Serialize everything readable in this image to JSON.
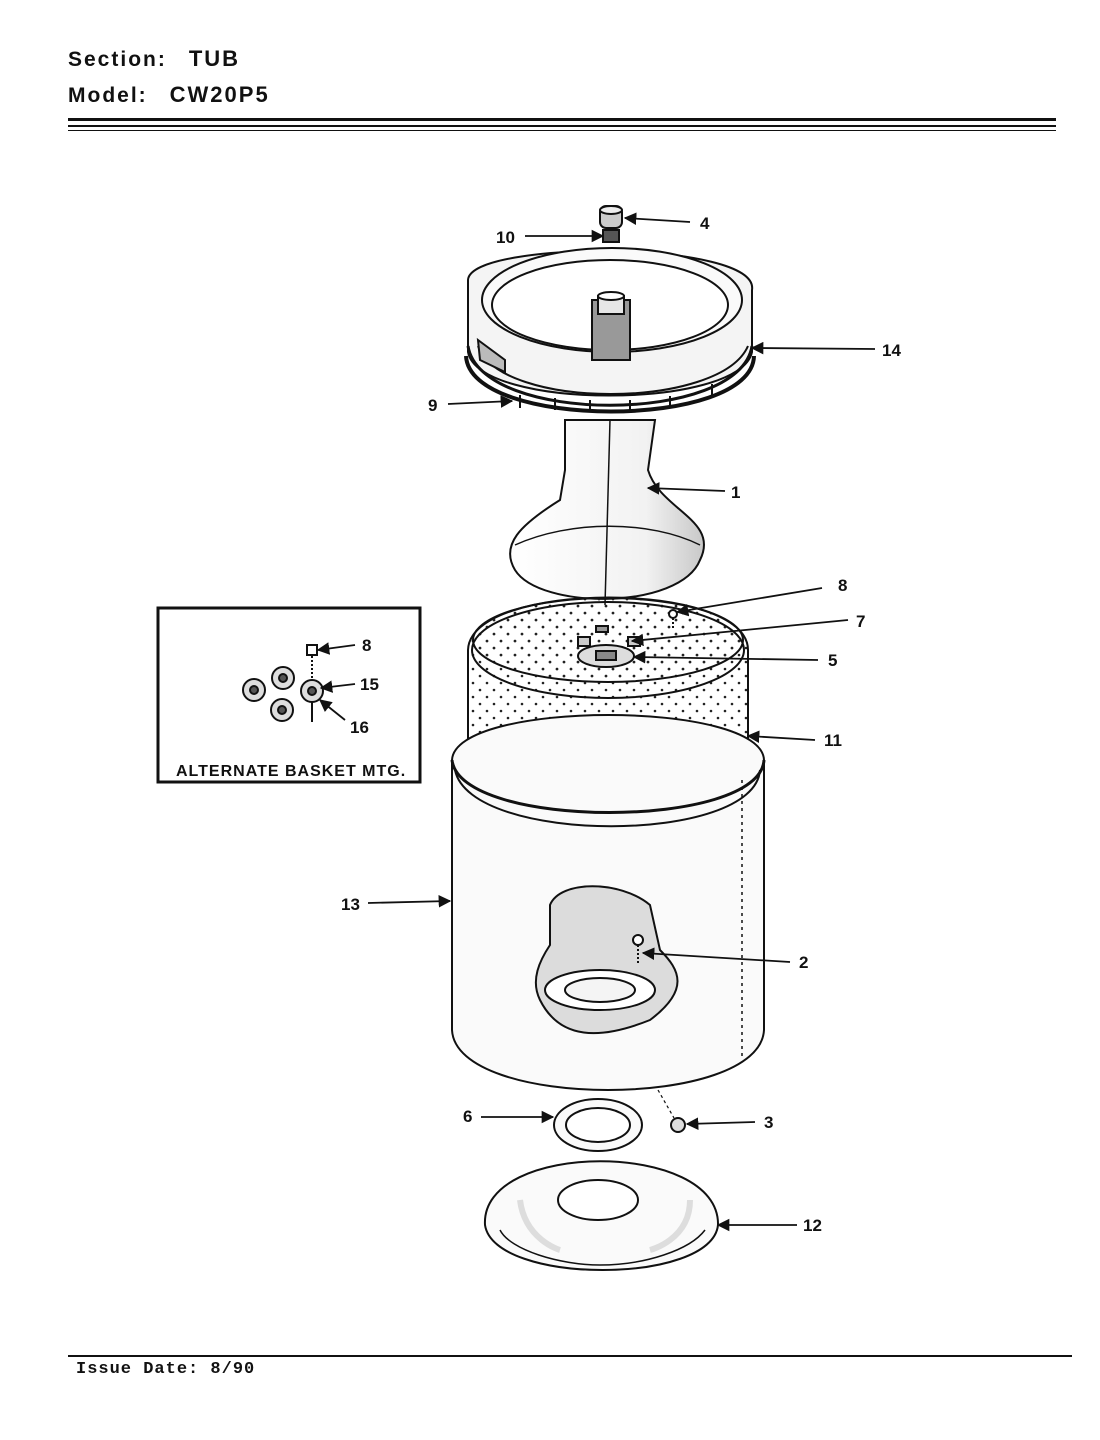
{
  "header": {
    "section_label": "Section:",
    "section_value": "TUB",
    "model_label": "Model:",
    "model_value": "CW20P5"
  },
  "footer": {
    "issue_date": "Issue Date: 8/90"
  },
  "inset": {
    "title": "ALTERNATE BASKET MTG."
  },
  "callouts": {
    "c1": "1",
    "c2": "2",
    "c3": "3",
    "c4": "4",
    "c5": "5",
    "c6": "6",
    "c7": "7",
    "c8": "8",
    "c9": "9",
    "c10": "10",
    "c11": "11",
    "c12": "12",
    "c13": "13",
    "c14": "14",
    "c15": "15",
    "c16": "16",
    "c8b": "8"
  }
}
